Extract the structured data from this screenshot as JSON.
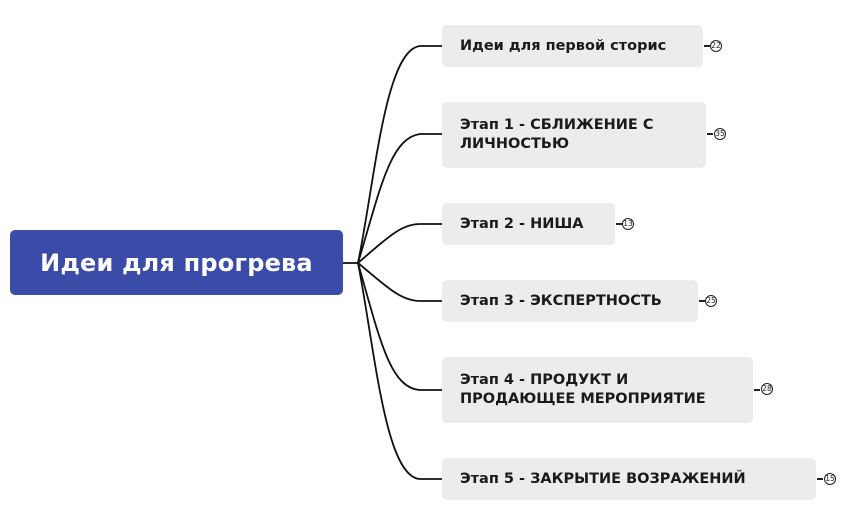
{
  "mindmap": {
    "root": {
      "label": "Идеи для прогрева",
      "color": "#3b4ba8"
    },
    "branches": [
      {
        "label": "Идеи для первой сторис",
        "count": "22"
      },
      {
        "label": "Этап 1 - СБЛИЖЕНИЕ С ЛИЧНОСТЬЮ",
        "count": "35"
      },
      {
        "label": "Этап 2 - НИША",
        "count": "13"
      },
      {
        "label": "Этап 3 - ЭКСПЕРТНОСТЬ",
        "count": "25"
      },
      {
        "label": "Этап 4 - ПРОДУКТ И ПРОДАЮЩЕЕ МЕРОПРИЯТИЕ",
        "count": "28"
      },
      {
        "label": "Этап 5 - ЗАКРЫТИЕ ВОЗРАЖЕНИЙ",
        "count": "15"
      }
    ],
    "colors": {
      "node_bg": "#ececec",
      "line": "#111111"
    }
  }
}
